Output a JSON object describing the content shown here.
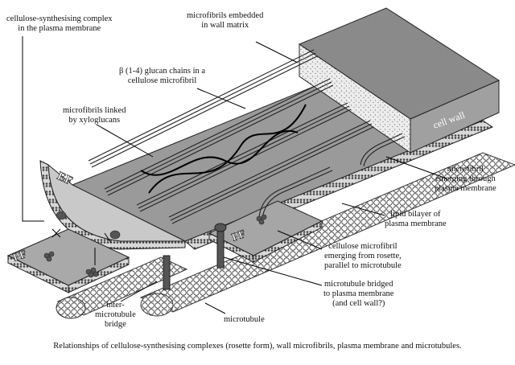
{
  "labels": {
    "csc_line1": "cellulose-synthesising complex",
    "csc_line2": "in the plasma membrane",
    "mf_embedded_line1": "microfibrils embedded",
    "mf_embedded_line2": "in wall matrix",
    "glucan_line1": "β (1-4) glucan chains in a",
    "glucan_line2": "cellulose microfibril",
    "xylo_line1": "microfibrils linked",
    "xylo_line2": "by xyloglucans",
    "cell_wall": "cell wall",
    "emerging_pm_line1": "microfibril",
    "emerging_pm_line2": "emerging through",
    "emerging_pm_line3": "plasma membrane",
    "bilayer_line1": "lipid bilayer of",
    "bilayer_line2": "plasma membrane",
    "rosette_line1": "cellulose microfibril",
    "rosette_line2": "emerging from rosette,",
    "rosette_line3": "parallel to microtubule",
    "bridged_line1": "microtubule bridged",
    "bridged_line2": "to plasma membrane",
    "bridged_line3": "(and cell wall?)",
    "microtubule": "microtubule",
    "inter_line1": "inter-",
    "inter_line2": "microtubule",
    "inter_line3": "bridge",
    "ef": "EF",
    "pf_left": "PF",
    "pf_right": "PF"
  },
  "caption": "Relationships of cellulose-synthesising complexes (rosette form), wall microfibrils, plasma membrane and microtubules."
}
